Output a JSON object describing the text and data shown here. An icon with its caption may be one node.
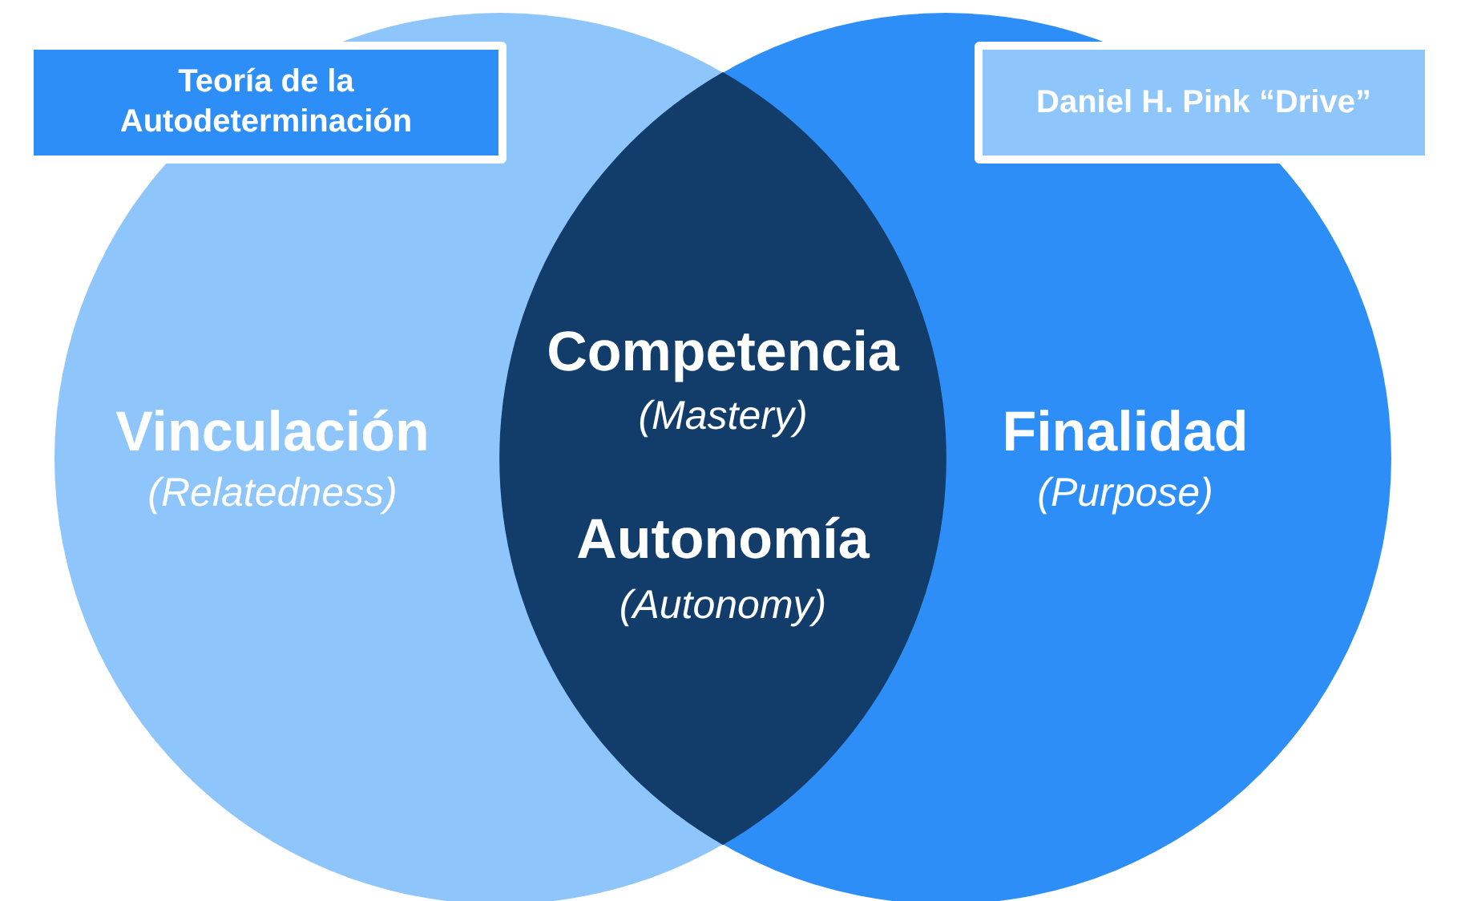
{
  "diagram": {
    "nodes": [
      {
        "text": [
          "Teoría de la Autodeterminación"
        ]
      },
      {
        "text": [
          "Daniel H. Pink “Drive”"
        ]
      },
      {
        "text": [
          "Vinculación",
          "(Relatedness)"
        ]
      },
      {
        "text": [
          "Competencia",
          "(Mastery)",
          "Autonomía",
          "(Autonomy)"
        ]
      },
      {
        "text": [
          "Finalidad",
          "(Purpose)"
        ]
      }
    ]
  }
}
